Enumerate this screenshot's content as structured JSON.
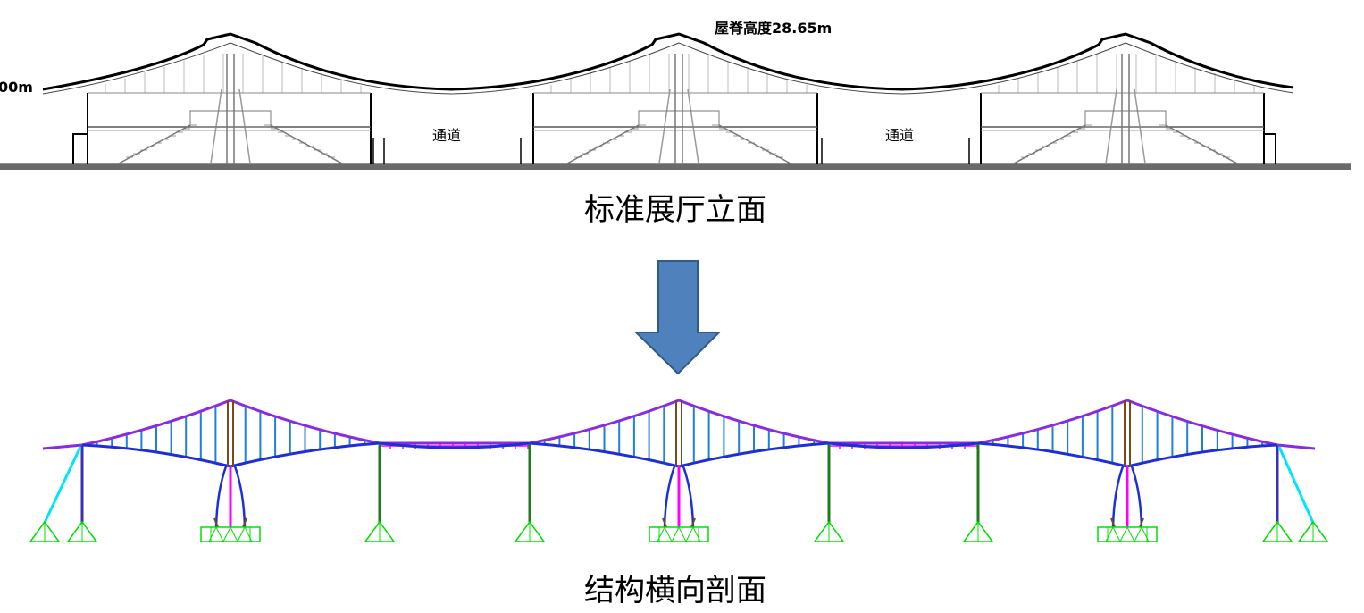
{
  "elevation": {
    "ridge_label": "屋脊高度28.65m",
    "eave_label": "00m",
    "corridor_labels": [
      "通道",
      "通道"
    ],
    "caption": "标准展厅立面"
  },
  "section": {
    "caption": "结构横向剖面"
  },
  "colors": {
    "arrow_fill": "#4f81bd",
    "arrow_stroke": "#2f5a8c",
    "roof_top": "#8a2be2",
    "truss_web": "#1f7fe0",
    "truss_chord": "#1d2fd6",
    "mast": "#ff00ff",
    "column": "#1f7a1f",
    "column_dark": "#3b2fb5",
    "support": "#00e000",
    "brace": "#00e5ff",
    "link": "#ff00ff"
  }
}
